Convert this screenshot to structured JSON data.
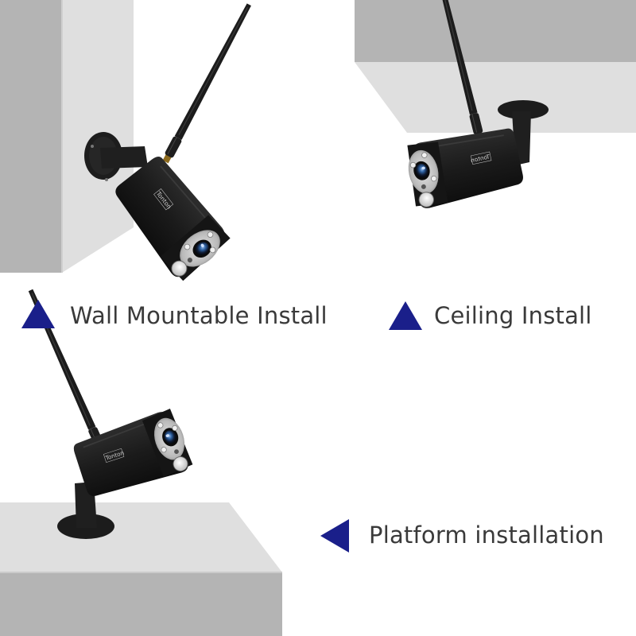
{
  "image": {
    "description": "Product illustration showing three installation methods for a wireless bullet security camera",
    "brand_mark_on_camera": "Tonton"
  },
  "colors": {
    "background": "#ffffff",
    "surface_dark": "#b4b4b4",
    "surface_light": "#dfdfdf",
    "marker": "#1a1f8a",
    "camera_body": "#1c1c1c",
    "label_text": "#3a3a3a"
  },
  "sections": [
    {
      "id": "wall",
      "label": "Wall Mountable Install",
      "marker": "triangle-up",
      "surface": "wall"
    },
    {
      "id": "ceiling",
      "label": "Ceiling Install",
      "marker": "triangle-up",
      "surface": "ceiling"
    },
    {
      "id": "platform",
      "label": "Platform installation",
      "marker": "triangle-left",
      "surface": "platform"
    }
  ]
}
